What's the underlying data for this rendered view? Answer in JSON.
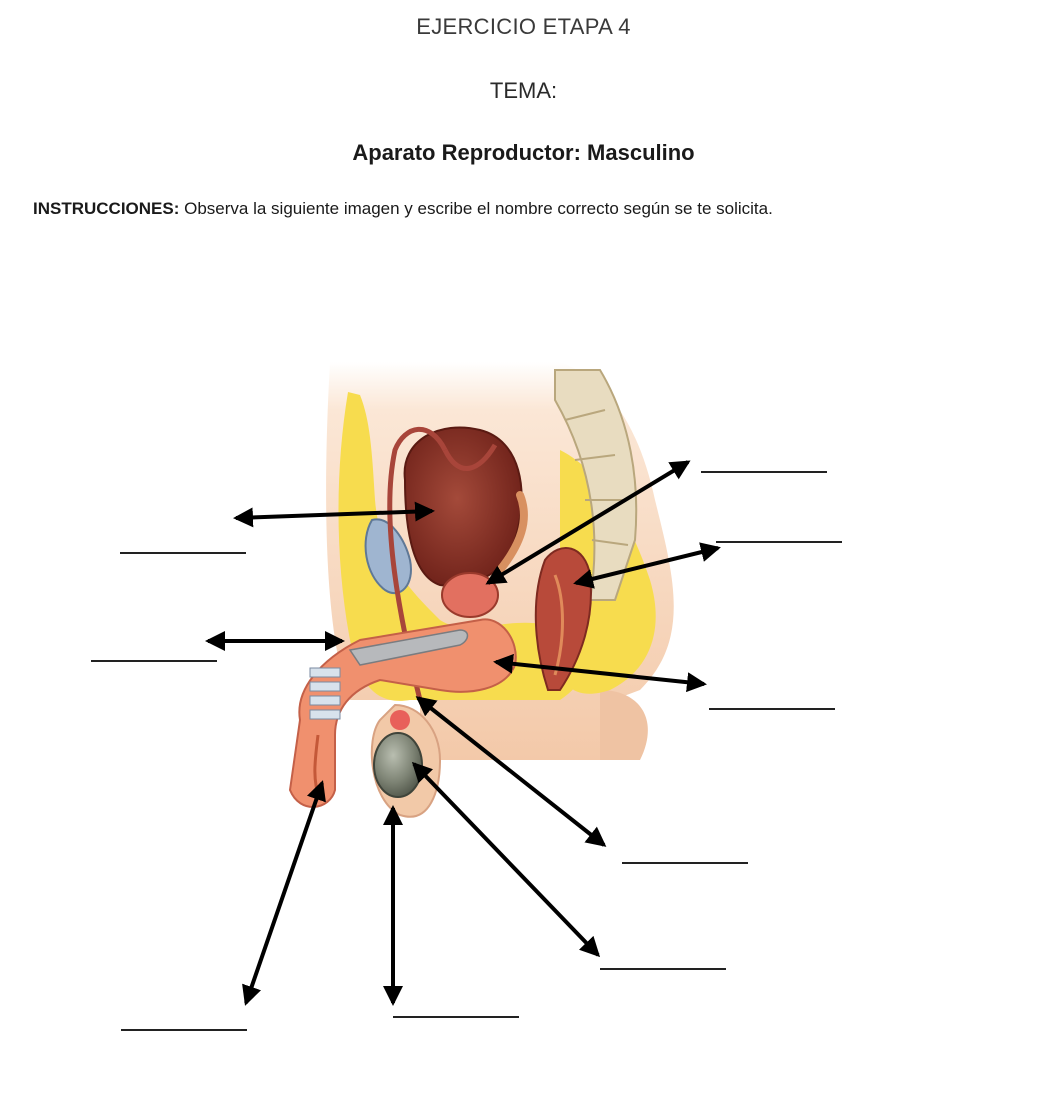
{
  "header": {
    "exercise_title": "EJERCICIO ETAPA 4",
    "topic_label": "TEMA:",
    "topic_title": "Aparato Reproductor: Masculino"
  },
  "instructions": {
    "label": "INSTRUCCIONES:",
    "text": " Observa la siguiente imagen y escribe el nombre correcto según se te solicita."
  },
  "diagram": {
    "subject": "male reproductive system, sagittal section",
    "arrow_count": 9,
    "answer_blank_count": 9
  },
  "colors": {
    "arrow": "#000000",
    "skin": "#f2c9a8",
    "fat": "#f5d84a",
    "bladder": "#8b2f24",
    "testis": "#7a8070",
    "spongy_tissue": "#f09070",
    "vessel": "#b8574e",
    "bone": "#e8dcc0"
  }
}
